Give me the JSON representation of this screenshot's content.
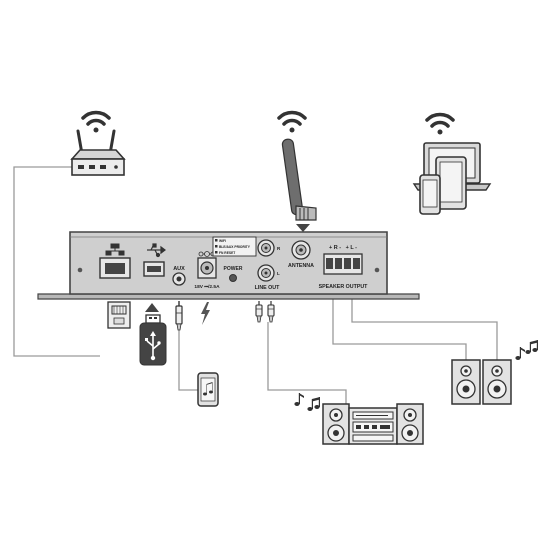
{
  "device_panel": {
    "power_rating": "18V ⎓/2.5A",
    "aux_label": "AUX",
    "power_label": "POWER",
    "antenna_label": "ANTENNA",
    "line_out_label": "LINE OUT",
    "speaker_output_label": "SPEAKER OUTPUT",
    "speaker_polarity": "+ R -   + L -",
    "channel_r": "R",
    "channel_l": "L",
    "status_lines": [
      "WIFI",
      "BLE/AUX PRIORITY",
      "FN RESET"
    ]
  },
  "icons": {
    "router": "wifi-router-icon",
    "antenna": "antenna-icon",
    "devices": "laptop-tablet-phone-icon",
    "ethernet": "ethernet-icon",
    "usb": "usb-icon",
    "usb_drive": "usb-flash-drive-icon",
    "aux_cable": "aux-cable-icon",
    "power_bolt": "lightning-icon",
    "phone": "phone-music-icon",
    "rca_plug": "rca-plug-icon",
    "stereo": "stereo-system-icon",
    "speakers": "speakers-icon",
    "music_notes": "music-notes-icon"
  },
  "colors": {
    "line": "#9a9a9a",
    "panel_fill": "#cfcfcf",
    "panel_stroke": "#444444",
    "device_fill": "#e2e2e2",
    "dark": "#333333"
  }
}
